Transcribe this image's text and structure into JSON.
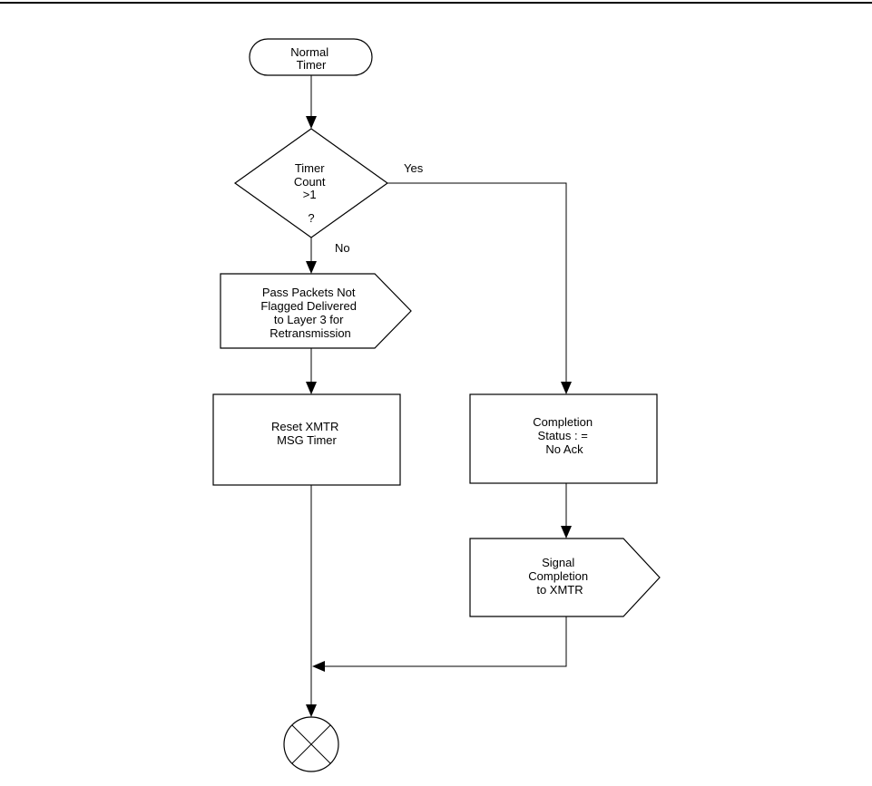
{
  "nodes": {
    "start": {
      "lines": [
        "Normal",
        "Timer"
      ]
    },
    "decision": {
      "lines": [
        "Timer",
        "Count",
        ">1",
        "?"
      ]
    },
    "pass_packets": {
      "lines": [
        "Pass Packets Not",
        "Flagged Delivered",
        "to Layer 3 for",
        "Retransmission"
      ]
    },
    "reset_timer": {
      "lines": [
        "Reset XMTR",
        "MSG Timer"
      ]
    },
    "completion_status": {
      "lines": [
        "Completion",
        "Status : =",
        "No Ack"
      ]
    },
    "signal_completion": {
      "lines": [
        "Signal",
        "Completion",
        "to XMTR"
      ]
    }
  },
  "edges": {
    "yes_label": "Yes",
    "no_label": "No"
  },
  "colors": {
    "line": "#000000",
    "background": "#ffffff"
  }
}
